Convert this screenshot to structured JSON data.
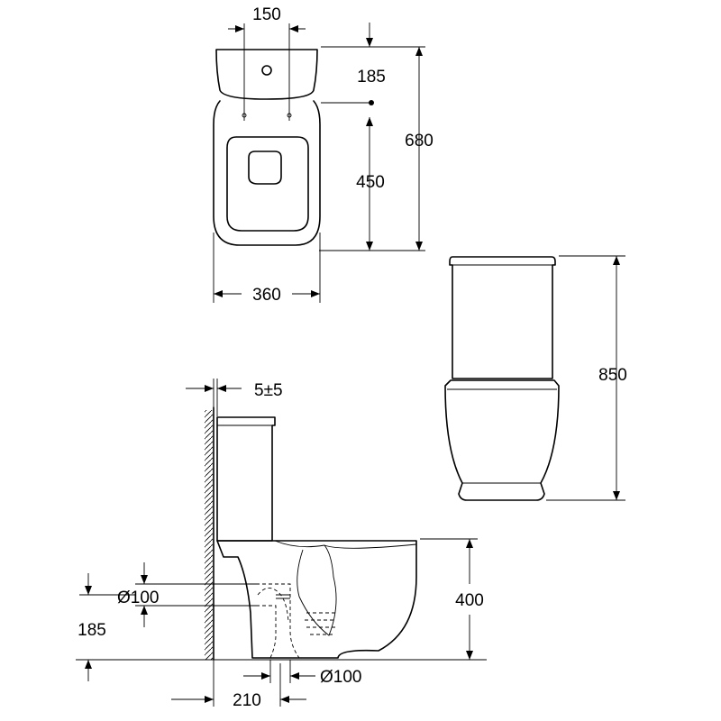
{
  "dimensions": {
    "top_fixing_spacing": "150",
    "top_rear_to_fixing": "185",
    "top_total_depth": "680",
    "top_fixing_to_front": "450",
    "top_width": "360",
    "front_height": "850",
    "side_wall_gap": "5±5",
    "side_pipe_diameter": "Ø100",
    "side_outlet_height": "185",
    "side_seat_height": "400",
    "side_floor_pipe_diameter": "Ø100",
    "side_wall_to_outlet": "210"
  }
}
